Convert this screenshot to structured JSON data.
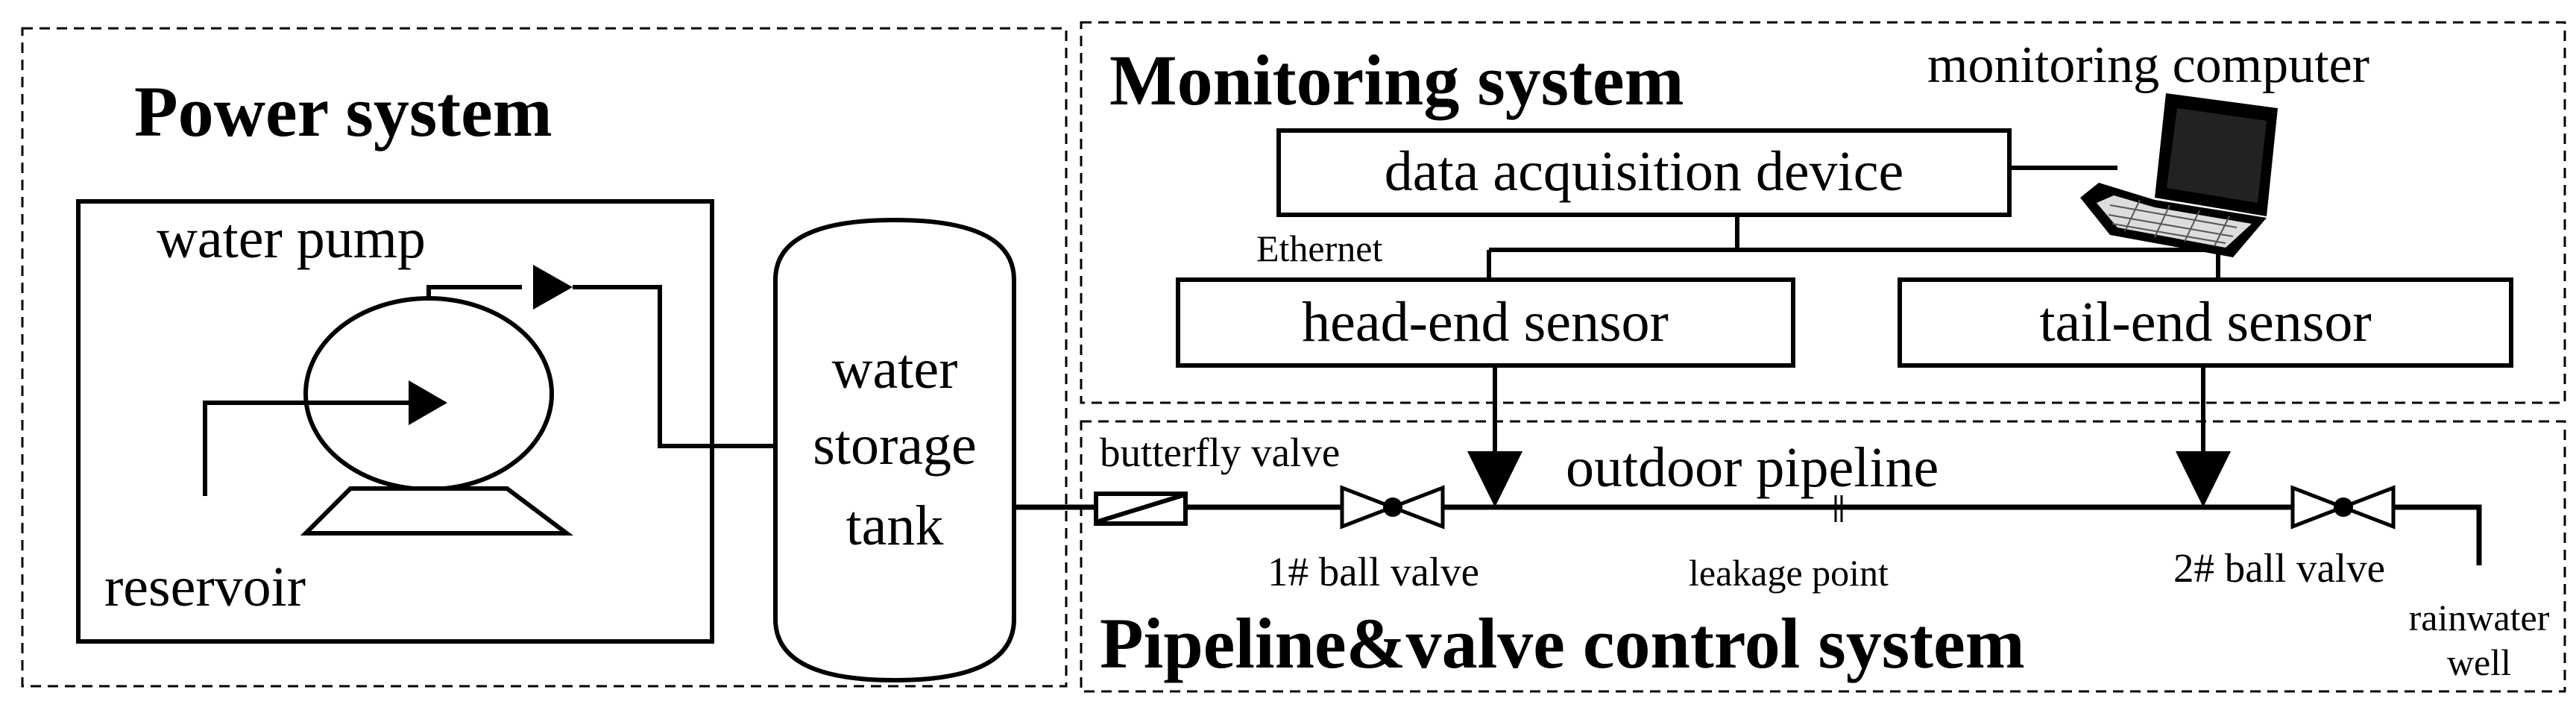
{
  "sections": {
    "power": "Power system",
    "monitoring": "Monitoring system",
    "pipeline": "Pipeline&valve control system"
  },
  "labels": {
    "water_pump": "water pump",
    "reservoir": "reservoir",
    "tank_line1": "water",
    "tank_line2": "storage",
    "tank_line3": "tank",
    "monitoring_computer": "monitoring computer",
    "data_acquisition": "data acquisition device",
    "ethernet": "Ethernet",
    "head_end_sensor": "head-end sensor",
    "tail_end_sensor": "tail-end sensor",
    "butterfly_valve": "butterfly valve",
    "outdoor_pipeline": "outdoor pipeline",
    "ball_valve_1": "1# ball valve",
    "leakage_point": "leakage point",
    "ball_valve_2": "2# ball valve",
    "rainwater_line1": "rainwater",
    "rainwater_line2": "well"
  },
  "icons": {
    "pump": "water-pump-icon",
    "computer": "laptop-icon",
    "tank": "storage-tank-icon"
  }
}
